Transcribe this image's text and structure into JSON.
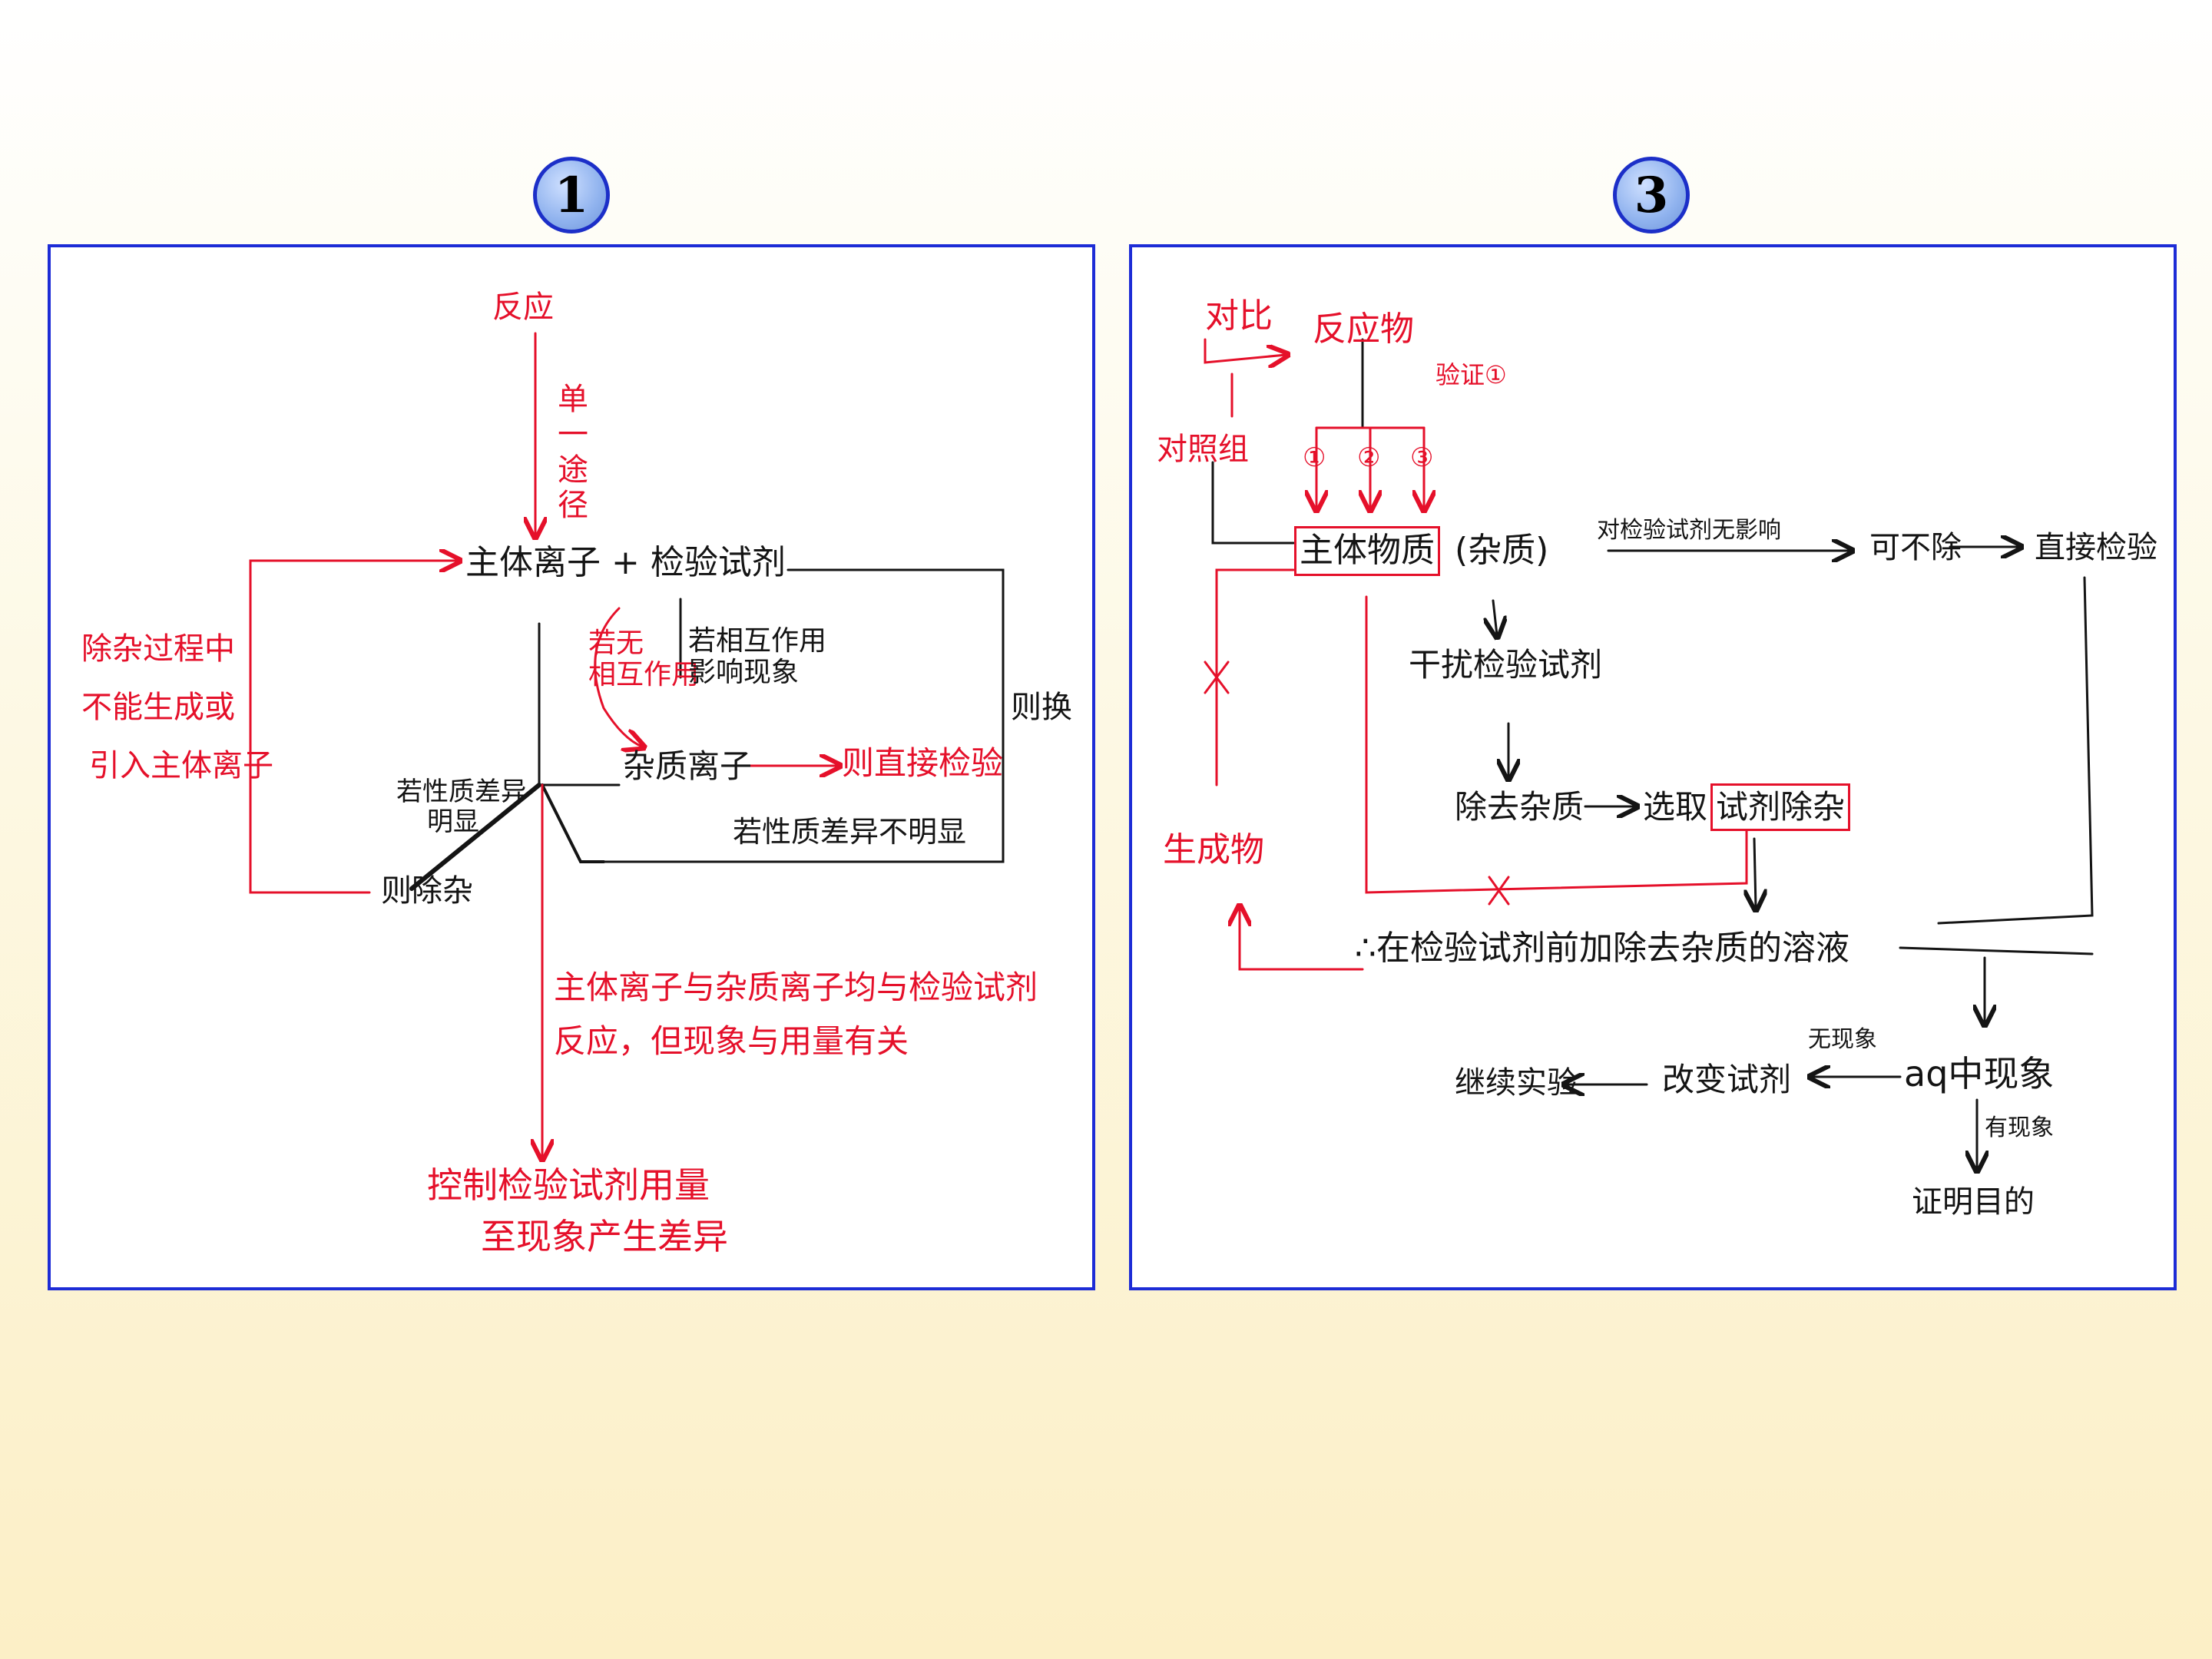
{
  "badges": {
    "left": "1",
    "right": "3"
  },
  "left": {
    "fanying": "反应",
    "danyi": [
      "单",
      "一",
      "途",
      "径"
    ],
    "main": "主体离子 + 检验试剂",
    "chuza": [
      "除杂过程中",
      "不能生成或",
      "引入主体离子"
    ],
    "ruowu": [
      "若无",
      "相互作用"
    ],
    "ruoxiang": [
      "若相互作用",
      "影响现象"
    ],
    "zehuan": "则换",
    "zazhi": "杂质离子",
    "zezhijie": "则直接检验",
    "ruomingxian": [
      "若性质差异",
      "明显"
    ],
    "ruobumingxian": "若性质差异不明显",
    "zechuza": "则除杂",
    "jun": [
      "主体离子与杂质离子均与检验试剂",
      "反应，但现象与用量有关"
    ],
    "kongzhi": [
      "控制检验试剂用量",
      "至现象产生差异"
    ]
  },
  "right": {
    "duibi": "对比",
    "fanyingwu": "反应物",
    "zhengming": "验证①",
    "duizhaozu": "对照组",
    "circles": [
      "①",
      "②",
      "③"
    ],
    "main": "主体物质",
    "zazhi": "(杂质)",
    "duijianyan": "对检验试剂无影响",
    "kebuchu": "可不除",
    "zhijie": "直接检验",
    "ganrao": "干扰检验试剂",
    "chuqu": "除去杂质",
    "xuanqu": "选取",
    "shiji_chuza": "试剂除杂",
    "shengchengwu": "生成物",
    "zai": "∴在检验试剂前加除去杂质的溶液",
    "jixu": "继续实验",
    "gaibian": "改变试剂",
    "wuxianxiang": "无现象",
    "aq": "aq中现象",
    "youxianxiang": "有现象",
    "zhengmingmudi": "证明目的"
  },
  "colors": {
    "red": "#e5102a",
    "ink": "#141414",
    "frame": "#1d2cd6"
  }
}
